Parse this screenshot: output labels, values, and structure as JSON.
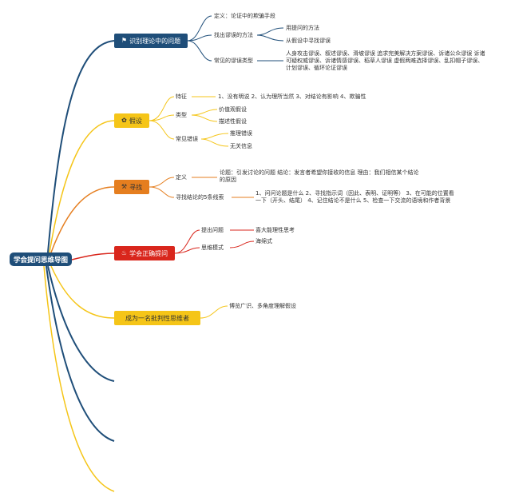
{
  "root": {
    "label": "学会提问思维导图"
  },
  "branches": [
    {
      "label": "识别理论中的问题",
      "icon": "flag-icon",
      "color": "#1f4e79"
    },
    {
      "label": "假设",
      "icon": "leaf-icon",
      "color": "#f5c518"
    },
    {
      "label": "寻找",
      "icon": "tools-icon",
      "color": "#e57e1f"
    },
    {
      "label": "学会正确提问",
      "icon": "fire-icon",
      "color": "#d9261c"
    },
    {
      "label": "成为一名批判性思维者",
      "icon": "",
      "color": "#f5c518"
    }
  ],
  "b1": {
    "def": "定义：论证中的欺骗手段",
    "find": "找出谬误的方法",
    "find_1": "用提问的方法",
    "find_2": "从假设中寻找谬误",
    "types": "常见的谬误类型",
    "types_text": "人身攻击谬误、叙述谬误、滑坡谬误 追求完美解决方案谬误、诉诸公众谬误 诉诸可疑权威谬误、诉诸情感谬误、稻草人谬误 虚假两难选择谬误、乱扣帽子谬误、计划谬误、循环论证谬误"
  },
  "b2": {
    "feature": "特征",
    "feature_text": "1、没有明说 2、认为理所当然 3、对结论有影响 4、欺骗性",
    "type": "类型",
    "type_1": "价值观假设",
    "type_2": "描述性假设",
    "error": "常见错误",
    "error_1": "推理错误",
    "error_2": "无关信息"
  },
  "b3": {
    "def": "定义",
    "def_text": "论题：引发讨论的问题 结论：发言者希望你接收的信息 理由：我们相信某个结论的原因",
    "clue": "寻找结论的5条线索",
    "clue_text": "1、问问论题是什么 2、寻找指示词（因此、表明、证明等） 3、在可能的位置看一下（开头、结尾） 4、记住结论不是什么 5、检查一下交流的语境和作者背景"
  },
  "b4": {
    "ask": "提出问题",
    "ask_1": "喜大能理性思考",
    "mode": "思维模式",
    "mode_1": "海绵式"
  },
  "b5": {
    "text": "博览广识、多角度理解假设"
  },
  "colors": {
    "navy": "#1f4e79",
    "yellow": "#f5c518",
    "orange": "#e57e1f",
    "red": "#d9261c"
  }
}
